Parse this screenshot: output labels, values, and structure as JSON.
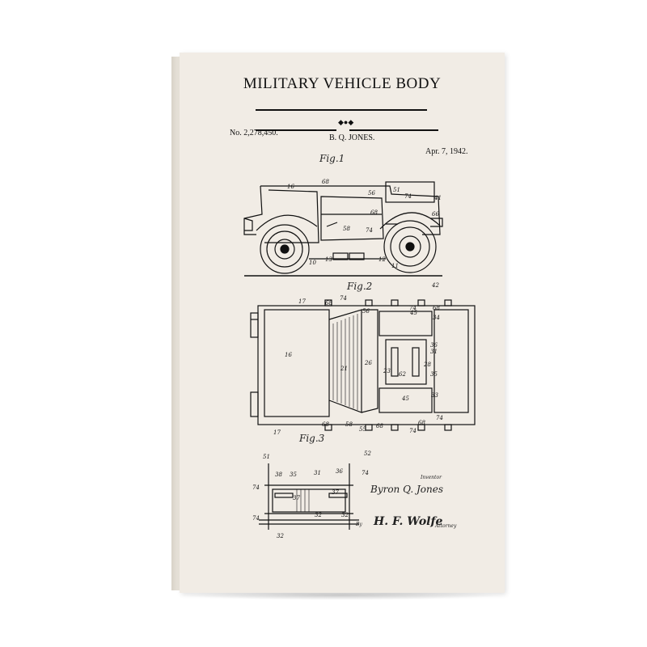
{
  "poster": {
    "title": "MILITARY VEHICLE BODY",
    "patent_no": "No. 2,278,450.",
    "inventor": "B. Q. JONES.",
    "date": "Apr. 7, 1942."
  },
  "figures": {
    "fig1": "Fig.1",
    "fig2": "Fig.2",
    "fig3": "Fig.3"
  },
  "signatures": {
    "inventor_label": "Inventor",
    "inventor_name": "Byron Q. Jones",
    "by_label": "By",
    "attorney_label": "Attorney",
    "attorney_sig": "H. F. Wolfe"
  },
  "ref_numbers": {
    "fig1": [
      "16",
      "68",
      "56",
      "51",
      "74",
      "41",
      "68",
      "58",
      "74",
      "66",
      "10",
      "13",
      "12",
      "11"
    ],
    "fig2": [
      "17",
      "68",
      "74",
      "56",
      "68",
      "74",
      "68",
      "42",
      "45",
      "34",
      "16",
      "21",
      "26",
      "23",
      "62",
      "28",
      "36",
      "31",
      "33",
      "35",
      "45",
      "33",
      "68",
      "58",
      "55",
      "68",
      "74",
      "68",
      "74",
      "17"
    ],
    "fig3": [
      "52",
      "51",
      "38",
      "35",
      "31",
      "36",
      "74",
      "74",
      "37",
      "37",
      "74",
      "32",
      "32",
      "32"
    ]
  },
  "colors": {
    "paper": "#f1ece5",
    "ink": "#111111"
  }
}
